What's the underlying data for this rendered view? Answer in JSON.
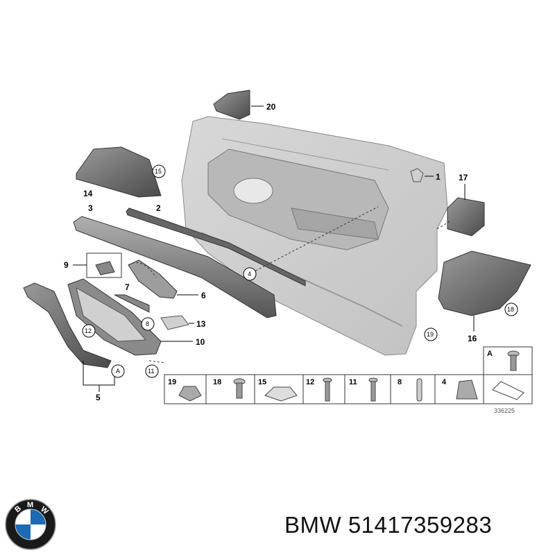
{
  "diagram": {
    "callouts": {
      "c1": "1",
      "c2": "2",
      "c3": "3",
      "c4": "4",
      "c5": "5",
      "c6": "6",
      "c7": "7",
      "c8": "8",
      "c9": "9",
      "c10": "10",
      "c11": "11",
      "c12": "12",
      "c13": "13",
      "c14": "14",
      "c15": "15",
      "c16": "16",
      "c17": "17",
      "c18": "18",
      "c19": "19",
      "c20": "20",
      "cA": "A"
    },
    "legend": {
      "A": "A",
      "f19": "19",
      "f18": "18",
      "f15": "15",
      "f12": "12",
      "f11": "11",
      "f8": "8",
      "f4": "4"
    },
    "drawing_number": "336225"
  },
  "caption": {
    "brand": "BMW",
    "part_number": "51417359283"
  },
  "logo": {
    "letters": [
      "B",
      "M",
      "W"
    ],
    "colors": {
      "blue": "#1c69b4",
      "white": "#ffffff",
      "ring": "#1a1a1a"
    }
  }
}
